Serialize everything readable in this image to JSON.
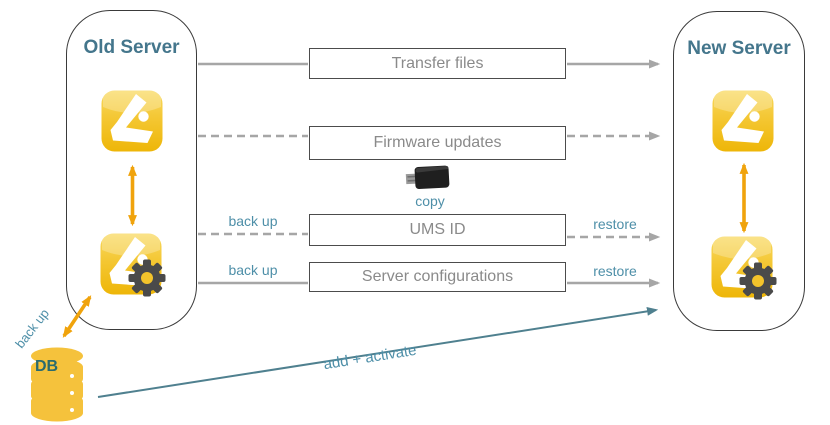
{
  "old_server": {
    "title": "Old Server"
  },
  "new_server": {
    "title": "New Server"
  },
  "steps": [
    {
      "label": "Transfer files",
      "line_style": "solid"
    },
    {
      "label": "Firmware updates",
      "line_style": "dashed"
    },
    {
      "label": "UMS ID",
      "line_style": "dashed",
      "left_label": "back up",
      "right_label": "restore"
    },
    {
      "label": "Server configurations",
      "line_style": "solid",
      "left_label": "back up",
      "right_label": "restore"
    }
  ],
  "usb": {
    "label": "copy"
  },
  "db": {
    "label": "DB",
    "backup_label": "back up"
  },
  "migration": {
    "add_activate_label": "add + activate"
  },
  "icons": {
    "ums_app": "igel-ums-app-icon",
    "ums_config": "igel-ums-gear-icon",
    "usb_stick": "usb-stick-icon",
    "database": "database-icon",
    "sync": "orange-sync-arrow"
  },
  "colors": {
    "title_teal": "#44768C",
    "label_blue": "#4E8FA8",
    "line_gray": "#A6A6A6",
    "box_border": "#4C4C4C",
    "box_text": "#8A8A8A",
    "igel_yellow": "#F2BE19",
    "arrow_orange": "#F0A30C",
    "teal_arrow": "#4F808F",
    "db_yellow": "#F5C23C",
    "usb_black": "#1F1F1F"
  }
}
